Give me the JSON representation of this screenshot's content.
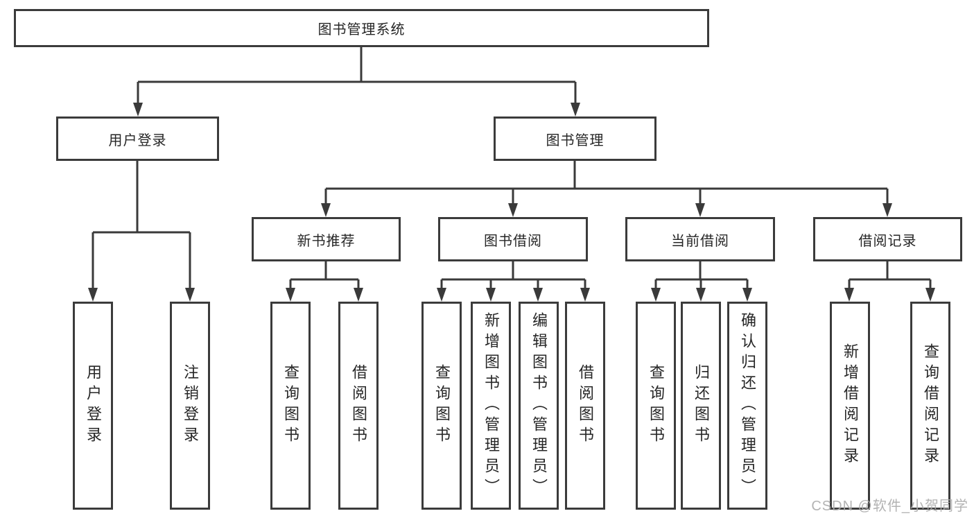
{
  "tree": {
    "label": "图书管理系统",
    "children": [
      {
        "label": "用户登录",
        "children": [
          {
            "label": "用户登录"
          },
          {
            "label": "注销登录"
          }
        ]
      },
      {
        "label": "图书管理",
        "children": [
          {
            "label": "新书推荐",
            "children": [
              {
                "label": "查询图书"
              },
              {
                "label": "借阅图书"
              }
            ]
          },
          {
            "label": "图书借阅",
            "children": [
              {
                "label": "查询图书"
              },
              {
                "label": "新增图书（管理员）"
              },
              {
                "label": "编辑图书（管理员）"
              },
              {
                "label": "借阅图书"
              }
            ]
          },
          {
            "label": "当前借阅",
            "children": [
              {
                "label": "查询图书"
              },
              {
                "label": "归还图书"
              },
              {
                "label": "确认归还（管理员）"
              }
            ]
          },
          {
            "label": "借阅记录",
            "children": [
              {
                "label": "新增借阅记录"
              },
              {
                "label": "查询借阅记录"
              }
            ]
          }
        ]
      }
    ]
  },
  "watermark": {
    "text": "CSDN @软件_小贺同学"
  },
  "colors": {
    "line": "#3a3a3a",
    "box_border": "#3b3b3b",
    "box_fill": "#ffffff",
    "text": "#262626",
    "watermark": "#acacac"
  }
}
